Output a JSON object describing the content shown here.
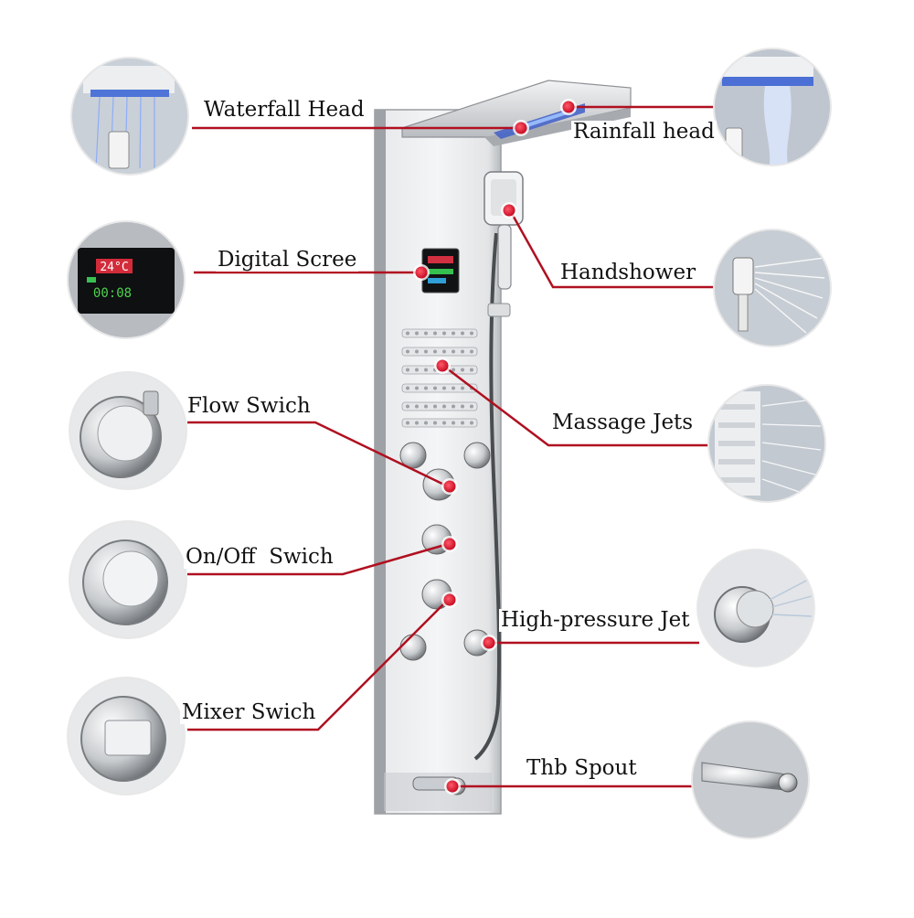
{
  "callouts": {
    "waterfall_head": "Waterfall Head",
    "rainfall_head": "Rainfall head",
    "digital_screen": "Digital Scree",
    "handshower": "Handshower",
    "flow_switch": "Flow Swich",
    "massage_jets": "Massage Jets",
    "on_off_switch": "On/Off  Swich",
    "high_pressure_jet": "High-pressure Jet",
    "mixer_switch": "Mixer Swich",
    "tub_spout": "Thb Spout"
  },
  "screen_readout": {
    "temperature": "24°C",
    "time": "00:08"
  },
  "colors": {
    "leader_line": "#b01020",
    "marker": "#d8122a",
    "panel": "#d7d9dc",
    "panel_shade": "#b9bcc0"
  }
}
